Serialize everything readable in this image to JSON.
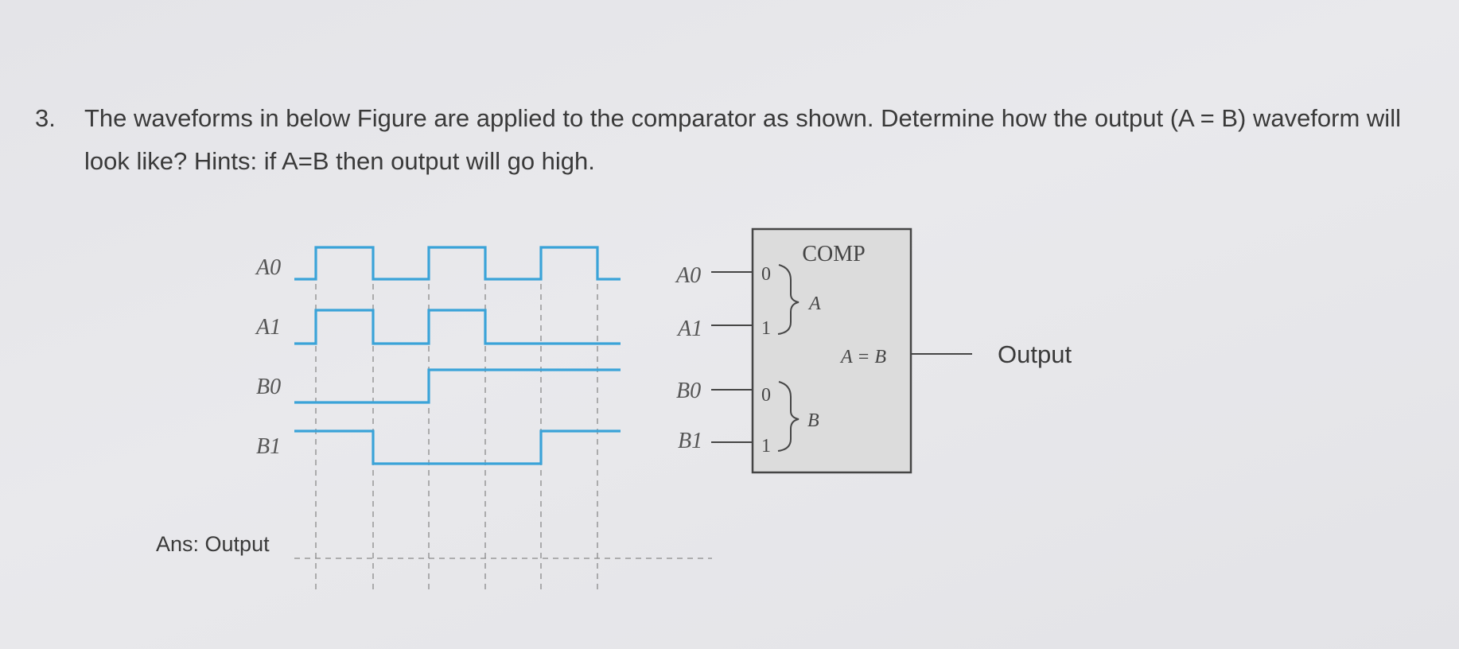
{
  "question": {
    "number": "3.",
    "text": "The waveforms in below Figure are applied to the comparator as shown. Determine how the output (A = B) waveform will look like? Hints: if A=B then output will go high."
  },
  "waveform_labels": {
    "a0": "A0",
    "a1": "A1",
    "b0": "B0",
    "b1": "B1"
  },
  "waveforms": {
    "A0": [
      0,
      1,
      0,
      1,
      0,
      1,
      0
    ],
    "A1": [
      0,
      1,
      0,
      1,
      0,
      0,
      0
    ],
    "B0": [
      0,
      0,
      0,
      1,
      1,
      1,
      1
    ],
    "B1": [
      1,
      1,
      0,
      0,
      0,
      1,
      1
    ]
  },
  "comparator": {
    "title": "COMP",
    "pin_a0": "A0",
    "pin_a1": "A1",
    "pin_b0": "B0",
    "pin_b1": "B1",
    "bit0_a": "0",
    "bit1_a": "1",
    "bit0_b": "0",
    "bit1_b": "1",
    "group_a": "A",
    "group_b": "B",
    "output_pin": "A = B",
    "output_label": "Output"
  },
  "answer": {
    "label": "Ans: Output"
  },
  "colors": {
    "waveform": "#3aa3d8",
    "ink": "#454545",
    "box_fill": "#dcdcdc"
  }
}
